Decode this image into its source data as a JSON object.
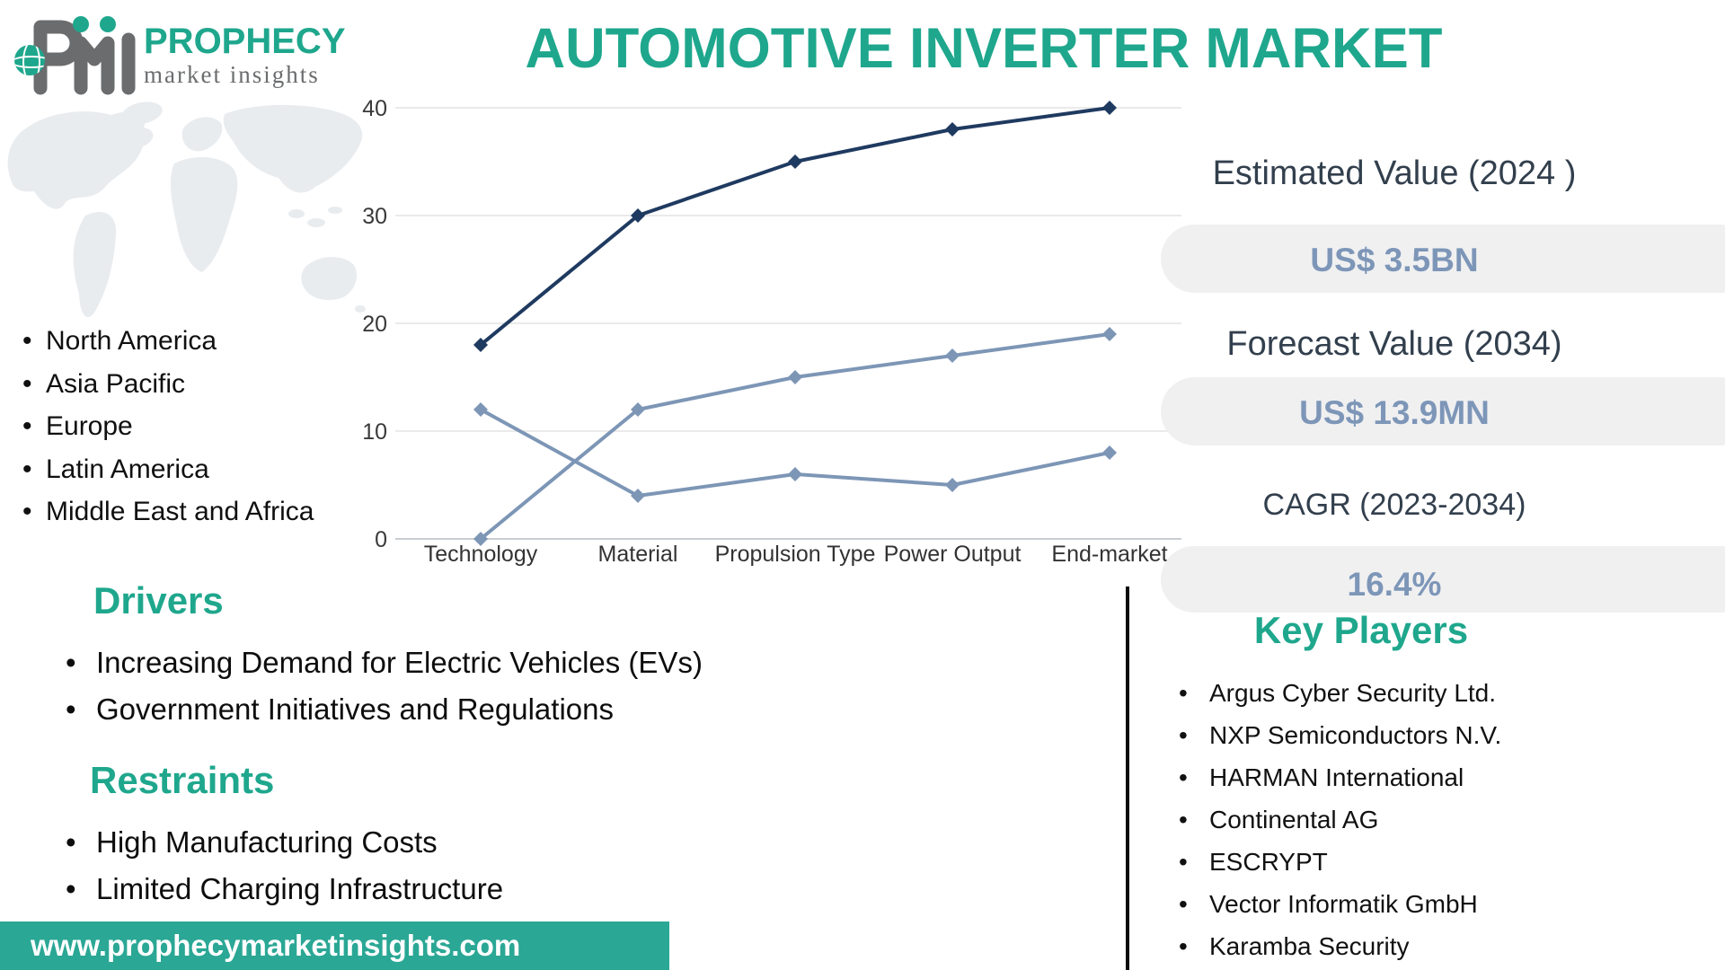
{
  "brand": {
    "monogram": "PMI",
    "name": "PROPHECY",
    "tagline": "market insights",
    "website": "www.prophecymarketinsights.com"
  },
  "title": "AUTOMOTIVE INVERTER MARKET",
  "regions": {
    "items": [
      "North America",
      "Asia Pacific",
      "Europe",
      "Latin America",
      "Middle East and Africa"
    ]
  },
  "stats": [
    {
      "label": "Estimated Value (2024 )",
      "value": "US$ 3.5BN"
    },
    {
      "label": "Forecast Value (2034)",
      "value": "US$ 13.9MN"
    },
    {
      "label": "CAGR (2023-2034)",
      "value": "16.4%"
    }
  ],
  "key_players": {
    "heading": "Key Players",
    "items": [
      "Argus Cyber Security Ltd.",
      "NXP Semiconductors N.V.",
      "HARMAN International",
      "Continental AG",
      "ESCRYPT",
      "Vector Informatik GmbH",
      "Karamba Security"
    ]
  },
  "drivers": {
    "heading": "Drivers",
    "items": [
      "Increasing Demand for Electric Vehicles (EVs)",
      "Government Initiatives and Regulations"
    ]
  },
  "restraints": {
    "heading": "Restraints",
    "items": [
      "High Manufacturing Costs",
      "Limited Charging Infrastructure"
    ]
  },
  "colors": {
    "teal": "#1FA78D",
    "bar_teal": "#2AA795",
    "navy_line": "#1F3A60",
    "steel_line": "#7D96B6",
    "pill_bg": "#F0F0F1",
    "pill_text": "#7D96B8",
    "label_text": "#323F4D"
  },
  "chart_data": {
    "type": "line",
    "title": "",
    "xlabel": "",
    "ylabel": "",
    "categories": [
      "Technology",
      "Material",
      "Propulsion Type",
      "Power Output",
      "End-market"
    ],
    "series": [
      {
        "name": "series-navy",
        "color": "#1F3A60",
        "values": [
          18,
          30,
          35,
          38,
          40
        ]
      },
      {
        "name": "series-steel-descending",
        "color": "#7D96B6",
        "values": [
          12,
          4,
          6,
          5,
          8
        ]
      },
      {
        "name": "series-steel-ascending",
        "color": "#7D96B6",
        "values": [
          0,
          12,
          15,
          17,
          19
        ]
      }
    ],
    "ylim": [
      0,
      40
    ],
    "yticks": [
      0,
      10,
      20,
      30,
      40
    ],
    "grid": true,
    "legend": "none",
    "marker": "diamond"
  }
}
